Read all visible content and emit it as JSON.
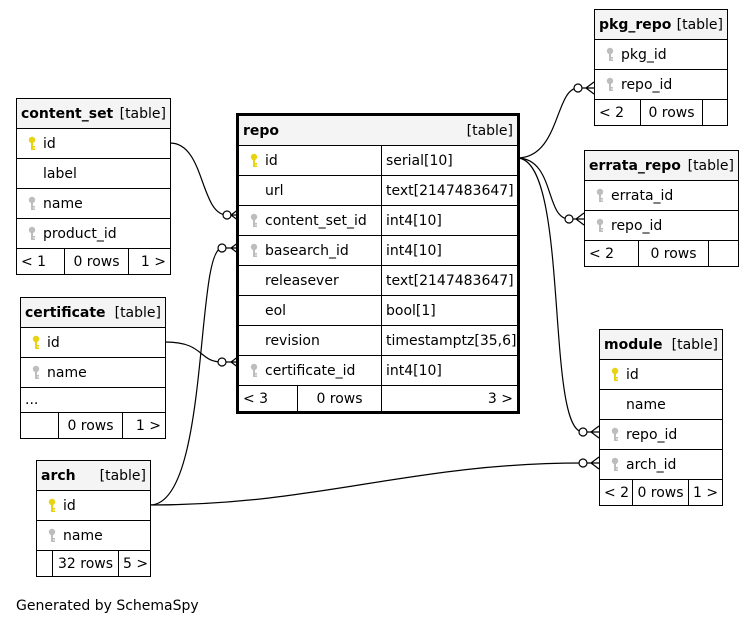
{
  "tables": {
    "content_set": {
      "name": "content_set",
      "tag": "[table]",
      "columns": [
        {
          "name": "id",
          "key": "pk"
        },
        {
          "name": "label",
          "key": "none"
        },
        {
          "name": "name",
          "key": "idx"
        },
        {
          "name": "product_id",
          "key": "idx"
        }
      ],
      "footer": {
        "left": "< 1",
        "rows": "0 rows",
        "right": "1 >"
      }
    },
    "certificate": {
      "name": "certificate",
      "tag": "[table]",
      "columns": [
        {
          "name": "id",
          "key": "pk"
        },
        {
          "name": "name",
          "key": "idx"
        },
        {
          "name": "...",
          "key": "none"
        }
      ],
      "footer": {
        "left": "",
        "rows": "0 rows",
        "right": "1 >"
      }
    },
    "arch": {
      "name": "arch",
      "tag": "[table]",
      "columns": [
        {
          "name": "id",
          "key": "pk"
        },
        {
          "name": "name",
          "key": "idx"
        }
      ],
      "footer": {
        "left": "",
        "rows": "32 rows",
        "right": "5 >"
      }
    },
    "repo": {
      "name": "repo",
      "tag": "[table]",
      "columns": [
        {
          "name": "id",
          "type": "serial[10]",
          "key": "pk"
        },
        {
          "name": "url",
          "type": "text[2147483647]",
          "key": "none"
        },
        {
          "name": "content_set_id",
          "type": "int4[10]",
          "key": "idx"
        },
        {
          "name": "basearch_id",
          "type": "int4[10]",
          "key": "idx"
        },
        {
          "name": "releasever",
          "type": "text[2147483647]",
          "key": "none"
        },
        {
          "name": "eol",
          "type": "bool[1]",
          "key": "none"
        },
        {
          "name": "revision",
          "type": "timestamptz[35,6]",
          "key": "none"
        },
        {
          "name": "certificate_id",
          "type": "int4[10]",
          "key": "idx"
        }
      ],
      "footer": {
        "left": "< 3",
        "rows": "0 rows",
        "right": "3 >"
      }
    },
    "pkg_repo": {
      "name": "pkg_repo",
      "tag": "[table]",
      "columns": [
        {
          "name": "pkg_id",
          "key": "idx"
        },
        {
          "name": "repo_id",
          "key": "idx"
        }
      ],
      "footer": {
        "left": "< 2",
        "rows": "0 rows",
        "right": ""
      }
    },
    "errata_repo": {
      "name": "errata_repo",
      "tag": "[table]",
      "columns": [
        {
          "name": "errata_id",
          "key": "idx"
        },
        {
          "name": "repo_id",
          "key": "idx"
        }
      ],
      "footer": {
        "left": "< 2",
        "rows": "0 rows",
        "right": ""
      }
    },
    "module": {
      "name": "module",
      "tag": "[table]",
      "columns": [
        {
          "name": "id",
          "key": "pk"
        },
        {
          "name": "name",
          "key": "none"
        },
        {
          "name": "repo_id",
          "key": "idx"
        },
        {
          "name": "arch_id",
          "key": "idx"
        }
      ],
      "footer": {
        "left": "< 2",
        "rows": "0 rows",
        "right": "1 >"
      }
    }
  },
  "relationships": [
    {
      "from": "repo.content_set_id",
      "to": "content_set.id"
    },
    {
      "from": "repo.basearch_id",
      "to": "arch.id"
    },
    {
      "from": "repo.certificate_id",
      "to": "certificate.id"
    },
    {
      "from": "pkg_repo.repo_id",
      "to": "repo.id"
    },
    {
      "from": "errata_repo.repo_id",
      "to": "repo.id"
    },
    {
      "from": "module.repo_id",
      "to": "repo.id"
    },
    {
      "from": "module.arch_id",
      "to": "arch.id"
    }
  ],
  "colors": {
    "pk_key": "#e8d40e",
    "idx_key": "#bdbdbd",
    "header_bg": "#f4f4f4"
  },
  "icons": {
    "pk": "primary-key-icon",
    "idx": "foreign-key-icon"
  },
  "footer_text": "Generated by SchemaSpy"
}
